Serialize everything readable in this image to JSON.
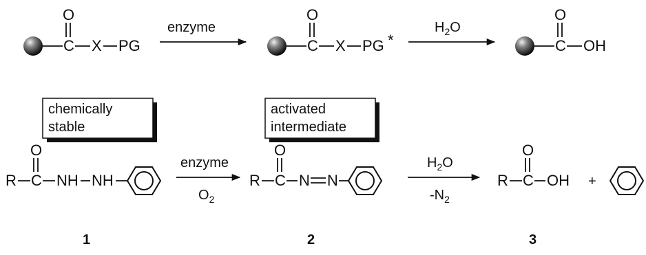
{
  "top_row": {
    "first_group": {
      "x": "X",
      "pg": "PG"
    },
    "arrow1_label": "enzyme",
    "second_group": {
      "x": "X",
      "pg": "PG",
      "star": "*"
    },
    "arrow2_label": {
      "main": "H",
      "sub": "2",
      "tail": "O"
    },
    "third_group": {
      "oh": "OH"
    }
  },
  "carbonyl": {
    "o": "O",
    "c": "C"
  },
  "boxes": {
    "stable": {
      "line1": "chemically",
      "line2": "stable"
    },
    "activated": {
      "line1": "activated",
      "line2": "intermediate"
    }
  },
  "bottom_row": {
    "compound1": {
      "r": "R",
      "nh1": "NH",
      "nh2": "NH"
    },
    "arrow1_above": "enzyme",
    "arrow1_below": {
      "main": "O",
      "sub": "2"
    },
    "compound2": {
      "r": "R",
      "n1": "N",
      "n2": "N"
    },
    "arrow2_above": {
      "main": "H",
      "sub": "2",
      "tail": "O"
    },
    "arrow2_below": {
      "main": "-N",
      "sub": "2"
    },
    "compound3": {
      "r": "R",
      "oh": "OH"
    },
    "plus": "+"
  },
  "labels": {
    "c1": "1",
    "c2": "2",
    "c3": "3"
  },
  "colors": {
    "ink": "#111111",
    "sphere_dark": "#0a0a0a",
    "sphere_light": "#f0f0f0"
  }
}
